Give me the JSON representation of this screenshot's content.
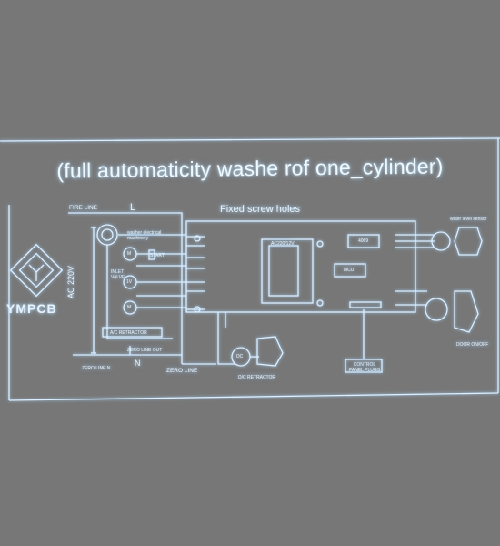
{
  "title": "(full automaticity washe rof one_cylinder)",
  "brand": {
    "name": "YMPCB"
  },
  "colors": {
    "background": "#777777",
    "line": "#dceeff",
    "glow": "#a8d8ff"
  },
  "labels": {
    "fire_line": "FIRE LINE",
    "l": "L",
    "n": "N",
    "ac_220v": "AC 220V",
    "fixed_screw_holes": "Fixed screw holes",
    "washer_electrical_machinery": "washer electrical machinery",
    "start": "START",
    "inlet_valve": "INLET VALVE",
    "ac_retractor": "A/C RETRACTOR",
    "zero_line_out": "ZERO LINE OUT",
    "zero_line_n": "ZERO LINE N",
    "zero_line": "ZERO LINE",
    "dc_retractor": "D/C RETRACTOR",
    "ac220_12v": "AC220/12V",
    "chip_4069": "4069",
    "mcu": "MCU",
    "control_panel_plugs": "CONTROL PANEL PLUGS",
    "water_level_sensor": "water level sensor",
    "door_on_off": "DOOR ON/OFF",
    "m1": "M",
    "m2": "M",
    "valve": "1V",
    "dc": "DC"
  }
}
